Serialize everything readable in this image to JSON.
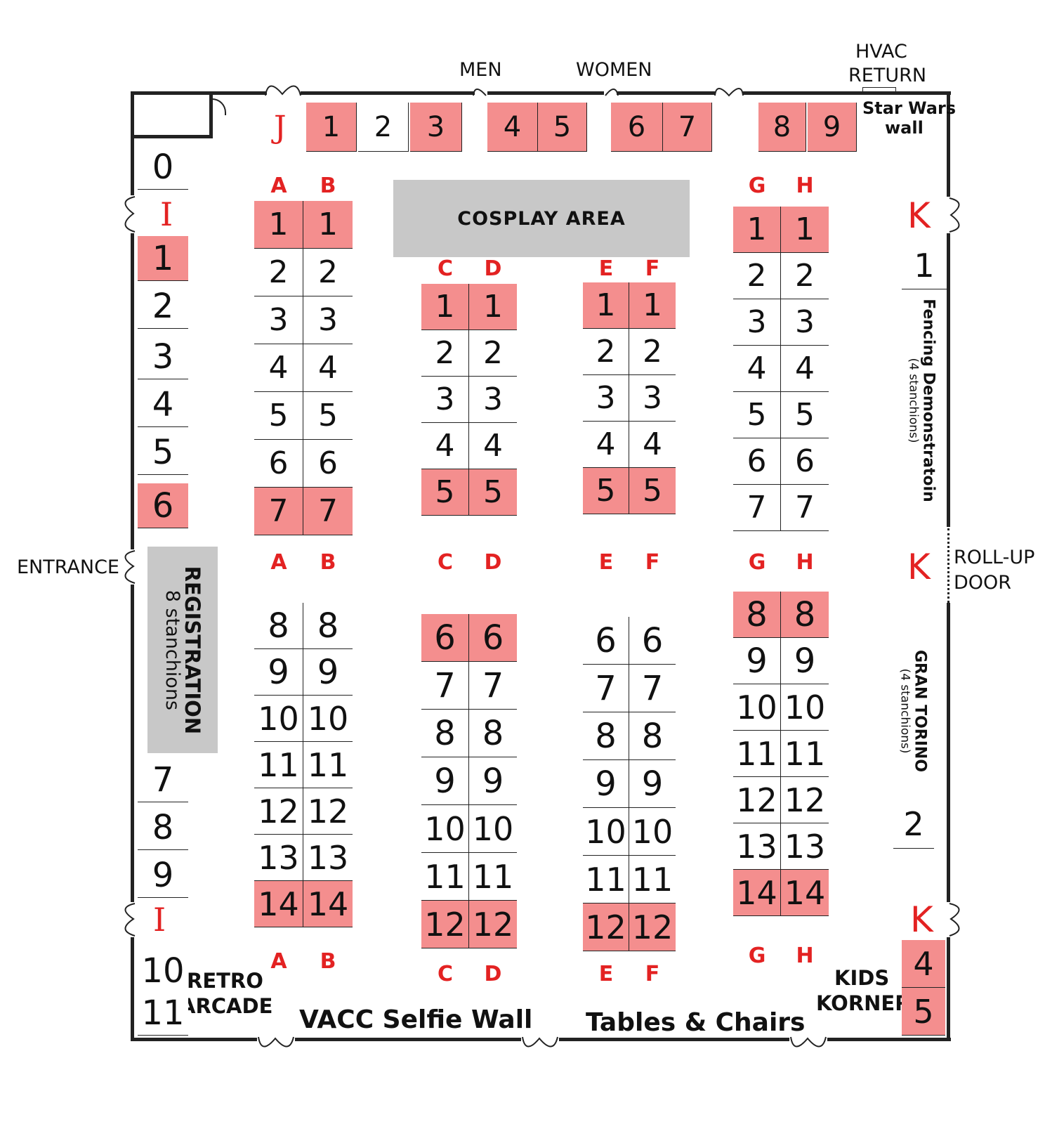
{
  "labels": {
    "men": "MEN",
    "women": "WOMEN",
    "hvac": [
      "HVAC",
      "RETURN"
    ],
    "star_wars": [
      "Star Wars",
      "wall"
    ],
    "entrance": "ENTRANCE",
    "rollup": [
      "ROLL-UP",
      "DOOR"
    ],
    "cosplay": "COSPLAY AREA",
    "registration": "REGISTRATION",
    "registration_sub": "8 stanchions",
    "fencing": "Fencing Demonstratoin",
    "fencing_sub": "(4 stanchions)",
    "gran_torino": "GRAN TORINO",
    "gran_torino_sub": "(4 stanchions)",
    "retro": [
      "RETRO",
      "ARCADE"
    ],
    "selfie": "VACC Selfie Wall",
    "tables": "Tables & Chairs",
    "kids": [
      "KIDS",
      "KORNER"
    ]
  },
  "row_letters": {
    "J": "J",
    "I": "I",
    "K": "K",
    "A": "A",
    "B": "B",
    "C": "C",
    "D": "D",
    "E": "E",
    "F": "F",
    "G": "G",
    "H": "H"
  },
  "j_row": [
    {
      "n": "1",
      "reserved": true
    },
    {
      "n": "2",
      "reserved": false
    },
    {
      "n": "3",
      "reserved": true
    },
    {
      "n": "4",
      "reserved": true
    },
    {
      "n": "5",
      "reserved": true
    },
    {
      "n": "6",
      "reserved": true
    },
    {
      "n": "7",
      "reserved": true
    },
    {
      "n": "8",
      "reserved": true
    },
    {
      "n": "9",
      "reserved": true
    }
  ],
  "i_row": [
    {
      "n": "0",
      "reserved": false
    },
    {
      "n": "1",
      "reserved": true
    },
    {
      "n": "2",
      "reserved": false
    },
    {
      "n": "3",
      "reserved": false
    },
    {
      "n": "4",
      "reserved": false
    },
    {
      "n": "5",
      "reserved": false
    },
    {
      "n": "6",
      "reserved": true
    },
    {
      "n": "7",
      "reserved": false
    },
    {
      "n": "8",
      "reserved": false
    },
    {
      "n": "9",
      "reserved": false
    },
    {
      "n": "10",
      "reserved": false
    },
    {
      "n": "11",
      "reserved": false
    }
  ],
  "k_row": [
    {
      "n": "1",
      "reserved": false
    },
    {
      "n": "2",
      "reserved": false
    },
    {
      "n": "4",
      "reserved": true
    },
    {
      "n": "5",
      "reserved": true
    }
  ],
  "aisles": [
    {
      "left": "A",
      "right": "B",
      "top": [
        [
          "1",
          true
        ],
        [
          "2",
          false
        ],
        [
          "3",
          false
        ],
        [
          "4",
          false
        ],
        [
          "5",
          false
        ],
        [
          "6",
          false
        ],
        [
          "7",
          true
        ]
      ],
      "bottom": [
        [
          "8",
          false
        ],
        [
          "9",
          false
        ],
        [
          "10",
          false
        ],
        [
          "11",
          false
        ],
        [
          "12",
          false
        ],
        [
          "13",
          false
        ],
        [
          "14",
          true
        ]
      ]
    },
    {
      "left": "C",
      "right": "D",
      "top": [
        [
          "1",
          true
        ],
        [
          "2",
          false
        ],
        [
          "3",
          false
        ],
        [
          "4",
          false
        ],
        [
          "5",
          true
        ]
      ],
      "bottom": [
        [
          "6",
          true
        ],
        [
          "7",
          false
        ],
        [
          "8",
          false
        ],
        [
          "9",
          false
        ],
        [
          "10",
          false
        ],
        [
          "11",
          false
        ],
        [
          "12",
          true
        ]
      ]
    },
    {
      "left": "E",
      "right": "F",
      "top": [
        [
          "1",
          true
        ],
        [
          "2",
          false
        ],
        [
          "3",
          false
        ],
        [
          "4",
          false
        ],
        [
          "5",
          true
        ]
      ],
      "bottom": [
        [
          "6",
          false
        ],
        [
          "7",
          false
        ],
        [
          "8",
          false
        ],
        [
          "9",
          false
        ],
        [
          "10",
          false
        ],
        [
          "11",
          false
        ],
        [
          "12",
          true
        ]
      ]
    },
    {
      "left": "G",
      "right": "H",
      "top": [
        [
          "1",
          true
        ],
        [
          "2",
          false
        ],
        [
          "3",
          false
        ],
        [
          "4",
          false
        ],
        [
          "5",
          false
        ],
        [
          "6",
          false
        ],
        [
          "7",
          false
        ]
      ],
      "bottom": [
        [
          "8",
          true
        ],
        [
          "9",
          false
        ],
        [
          "10",
          false
        ],
        [
          "11",
          false
        ],
        [
          "12",
          false
        ],
        [
          "13",
          false
        ],
        [
          "14",
          true
        ]
      ]
    }
  ]
}
